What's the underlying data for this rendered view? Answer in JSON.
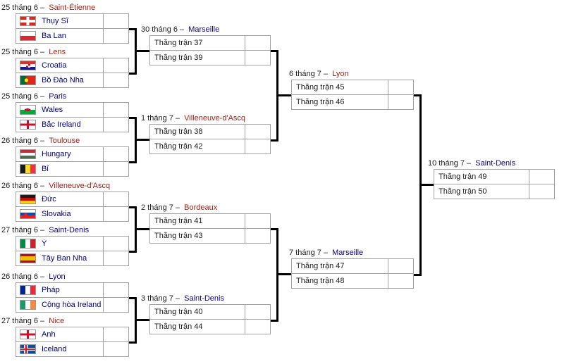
{
  "colors": {
    "venue_red": "#a42018",
    "venue_blue": "#0b0080",
    "team_link": "#000080",
    "box_border": "#a2a2a2",
    "connector": "#000000"
  },
  "bracket": {
    "r16": [
      {
        "date": "25 tháng 6 –",
        "venue": "Saint-Étienne",
        "venue_color": "red",
        "teams": [
          {
            "name": "Thụy Sĩ",
            "flag": "switzerland-flag",
            "score": ""
          },
          {
            "name": "Ba Lan",
            "flag": "poland-flag",
            "score": ""
          }
        ]
      },
      {
        "date": "25 tháng 6 –",
        "venue": "Lens",
        "venue_color": "red",
        "teams": [
          {
            "name": "Croatia",
            "flag": "croatia-flag",
            "score": ""
          },
          {
            "name": "Bồ Đào Nha",
            "flag": "portugal-flag",
            "score": ""
          }
        ]
      },
      {
        "date": "25 tháng 6 –",
        "venue": "Paris",
        "venue_color": "blue",
        "teams": [
          {
            "name": "Wales",
            "flag": "wales-flag",
            "score": ""
          },
          {
            "name": "Bắc Ireland",
            "flag": "northern-ireland-flag",
            "score": ""
          }
        ]
      },
      {
        "date": "26 tháng 6 –",
        "venue": "Toulouse",
        "venue_color": "red",
        "teams": [
          {
            "name": "Hungary",
            "flag": "hungary-flag",
            "score": ""
          },
          {
            "name": "Bỉ",
            "flag": "belgium-flag",
            "score": ""
          }
        ]
      },
      {
        "date": "26 tháng 6 –",
        "venue": "Villeneuve-d'Ascq",
        "venue_color": "red",
        "teams": [
          {
            "name": "Đức",
            "flag": "germany-flag",
            "score": ""
          },
          {
            "name": "Slovakia",
            "flag": "slovakia-flag",
            "score": ""
          }
        ]
      },
      {
        "date": "27 tháng 6 –",
        "venue": "Saint-Denis",
        "venue_color": "blue",
        "teams": [
          {
            "name": "Ý",
            "flag": "italy-flag",
            "score": ""
          },
          {
            "name": "Tây Ban Nha",
            "flag": "spain-flag",
            "score": ""
          }
        ]
      },
      {
        "date": "26 tháng 6 –",
        "venue": "Lyon",
        "venue_color": "blue",
        "teams": [
          {
            "name": "Pháp",
            "flag": "france-flag",
            "score": ""
          },
          {
            "name": "Cộng hòa Ireland",
            "flag": "ireland-flag",
            "score": ""
          }
        ]
      },
      {
        "date": "27 tháng 6 –",
        "venue": "Nice",
        "venue_color": "red",
        "teams": [
          {
            "name": "Anh",
            "flag": "england-flag",
            "score": ""
          },
          {
            "name": "Iceland",
            "flag": "iceland-flag",
            "score": ""
          }
        ]
      }
    ],
    "qf": [
      {
        "date": "30 tháng 6 –",
        "venue": "Marseille",
        "venue_color": "blue",
        "teams": [
          {
            "name": "Thắng trận 37",
            "score": ""
          },
          {
            "name": "Thắng trận 39",
            "score": ""
          }
        ]
      },
      {
        "date": "1 tháng 7 –",
        "venue": "Villeneuve-d'Ascq",
        "venue_color": "red",
        "teams": [
          {
            "name": "Thắng trận 38",
            "score": ""
          },
          {
            "name": "Thắng trận 42",
            "score": ""
          }
        ]
      },
      {
        "date": "2 tháng 7 –",
        "venue": "Bordeaux",
        "venue_color": "red",
        "teams": [
          {
            "name": "Thắng trận 41",
            "score": ""
          },
          {
            "name": "Thắng trận 43",
            "score": ""
          }
        ]
      },
      {
        "date": "3 tháng 7 –",
        "venue": "Saint-Denis",
        "venue_color": "blue",
        "teams": [
          {
            "name": "Thắng trận 40",
            "score": ""
          },
          {
            "name": "Thắng trận 44",
            "score": ""
          }
        ]
      }
    ],
    "sf": [
      {
        "date": "6 tháng 7 –",
        "venue": "Lyon",
        "venue_color": "red",
        "teams": [
          {
            "name": "Thắng trận 45",
            "score": ""
          },
          {
            "name": "Thắng trận 46",
            "score": ""
          }
        ]
      },
      {
        "date": "7 tháng 7 –",
        "venue": "Marseille",
        "venue_color": "blue",
        "teams": [
          {
            "name": "Thắng trận 47",
            "score": ""
          },
          {
            "name": "Thắng trận 48",
            "score": ""
          }
        ]
      }
    ],
    "final": [
      {
        "date": "10 tháng 7 –",
        "venue": "Saint-Denis",
        "venue_color": "blue",
        "teams": [
          {
            "name": "Thắng trận 49",
            "score": ""
          },
          {
            "name": "Thắng trận 50",
            "score": ""
          }
        ]
      }
    ]
  }
}
